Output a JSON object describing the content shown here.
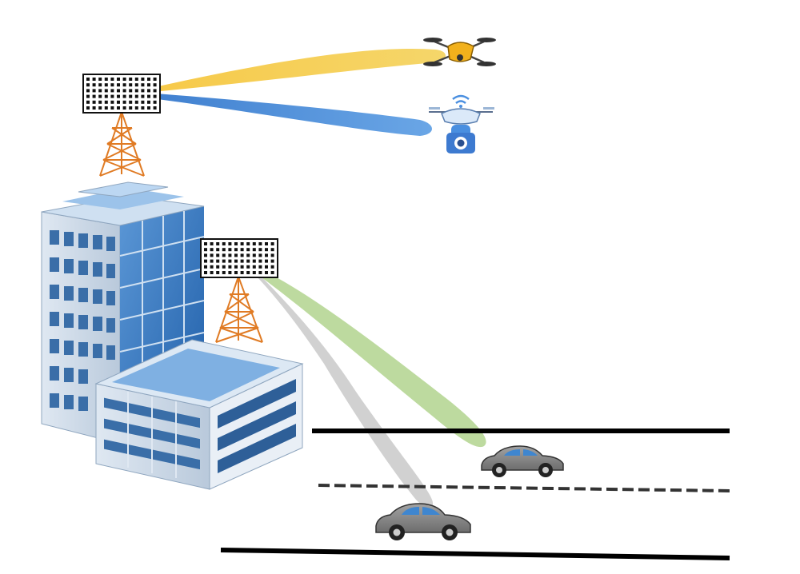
{
  "scene": {
    "elements": [
      "antenna-array-top",
      "antenna-array-bottom",
      "beam-to-drone-yellow",
      "beam-to-drone-blue",
      "beam-to-car-green",
      "beam-to-car-gray",
      "drone-yellow",
      "drone-camera-blue",
      "office-building",
      "road",
      "car-upper",
      "car-lower"
    ]
  },
  "colors": {
    "beam_yellow": "#f7c948",
    "beam_blue": "#4f8fd6",
    "beam_green": "#b9d89a",
    "beam_gray": "#cfcfcf",
    "tower": "#e07b24",
    "antenna_face": "#ffffff",
    "antenna_dots": "#111111",
    "building_glass": "#2e6fb8",
    "building_frame": "#e8eef5",
    "car_body": "#8a8a8a",
    "car_window": "#3f86cf",
    "road_line": "#000000",
    "drone_yellow": "#f2b11c",
    "drone_blue": "#4a8fe0"
  }
}
